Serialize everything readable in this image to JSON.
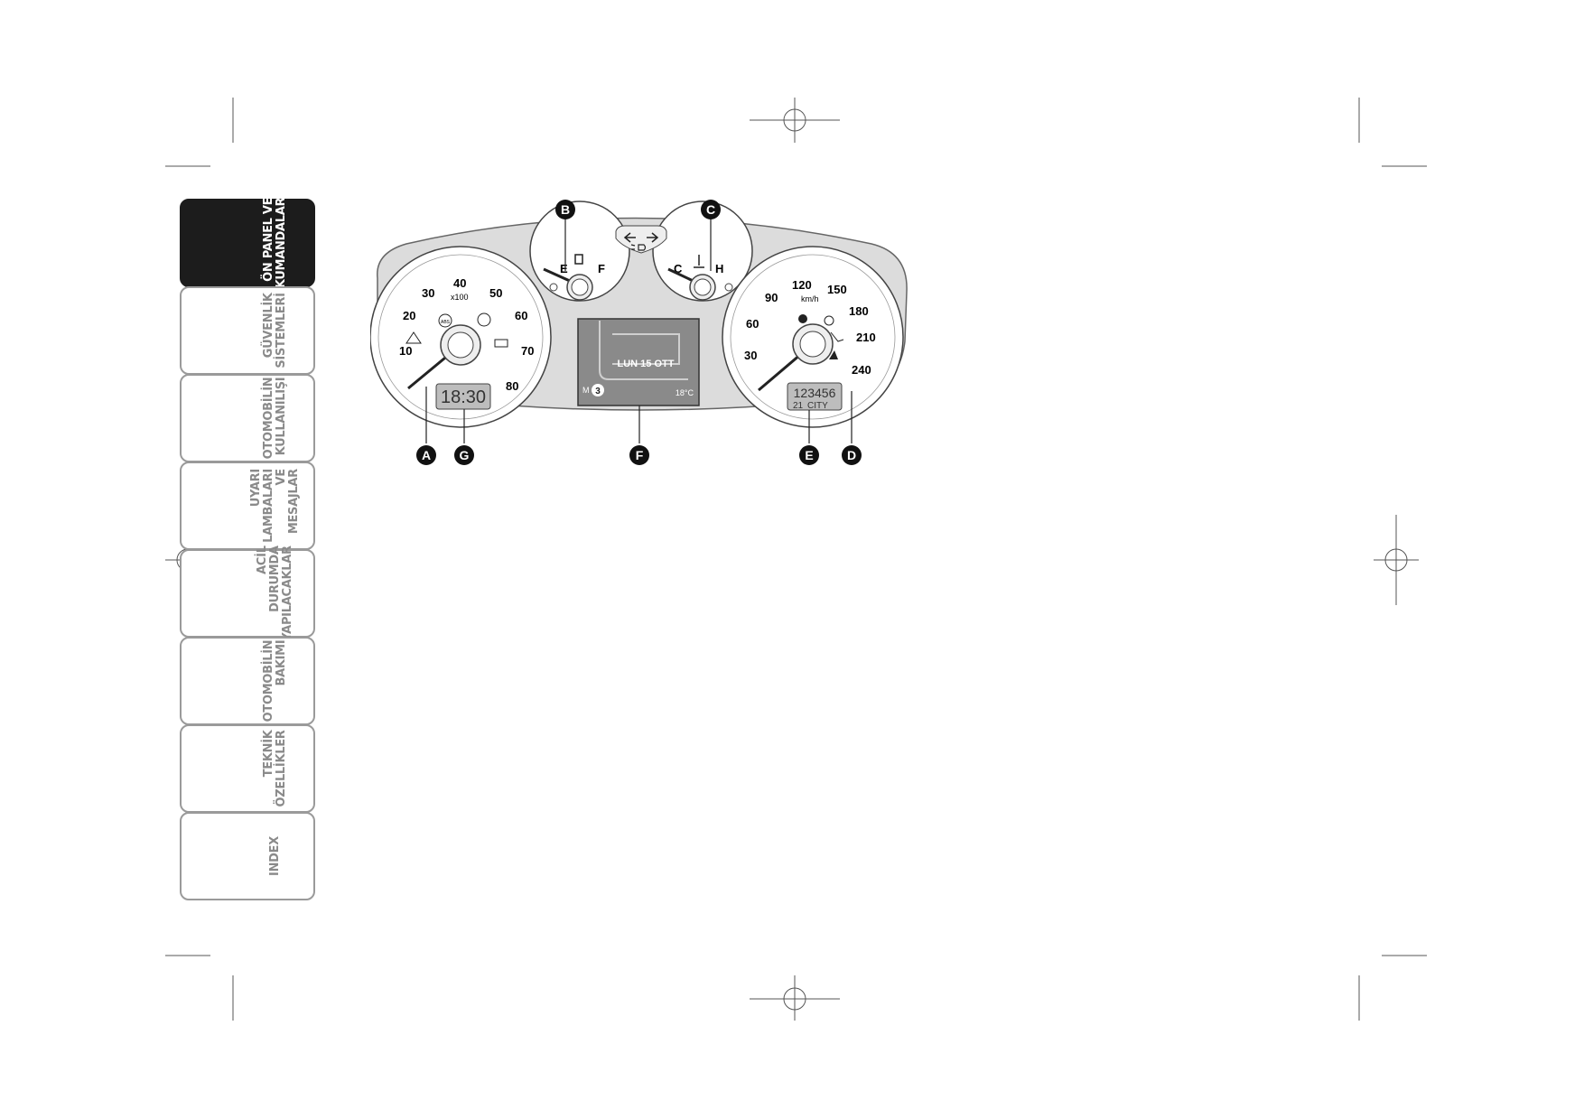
{
  "sidebar": {
    "tabs": [
      {
        "label": "ÖN PANEL VE\nKUMANDALAR",
        "active": true
      },
      {
        "label": "GÜVENLİK\nSİSTEMLERİ",
        "active": false
      },
      {
        "label": "OTOMOBİLİN\nKULLANILIŞI",
        "active": false
      },
      {
        "label": "UYARI\nLAMBALARI VE\nMESAJLAR",
        "active": false
      },
      {
        "label": "ACİL DURUMDA\nYAPILACAKLAR",
        "active": false
      },
      {
        "label": "OTOMOBİLİN\nBAKIMI",
        "active": false
      },
      {
        "label": "TEKNİK\nÖZELLİKLER",
        "active": false
      },
      {
        "label": "INDEX",
        "active": false
      }
    ]
  },
  "cluster": {
    "callouts": {
      "a": "A",
      "b": "B",
      "c": "C",
      "d": "D",
      "e": "E",
      "f": "F",
      "g": "G"
    },
    "tachometer": {
      "labels": [
        "10",
        "20",
        "30",
        "40",
        "50",
        "60",
        "70",
        "80"
      ],
      "unit": "x100"
    },
    "speedometer": {
      "labels": [
        "30",
        "60",
        "90",
        "120",
        "150",
        "180",
        "210",
        "240"
      ],
      "unit": "km/h"
    },
    "fuel_gauge": {
      "empty": "E",
      "full": "F"
    },
    "temp_gauge": {
      "cold": "C",
      "hot": "H"
    },
    "warning_labels": {
      "abs": "ABS"
    },
    "clock_display": "18:30",
    "odometer": {
      "total": "123456",
      "partial": "21",
      "mode": "CITY"
    },
    "center_display": {
      "date": "LUN 15 OTT",
      "mode": "M",
      "gear": "3",
      "temperature": "18°C"
    }
  }
}
